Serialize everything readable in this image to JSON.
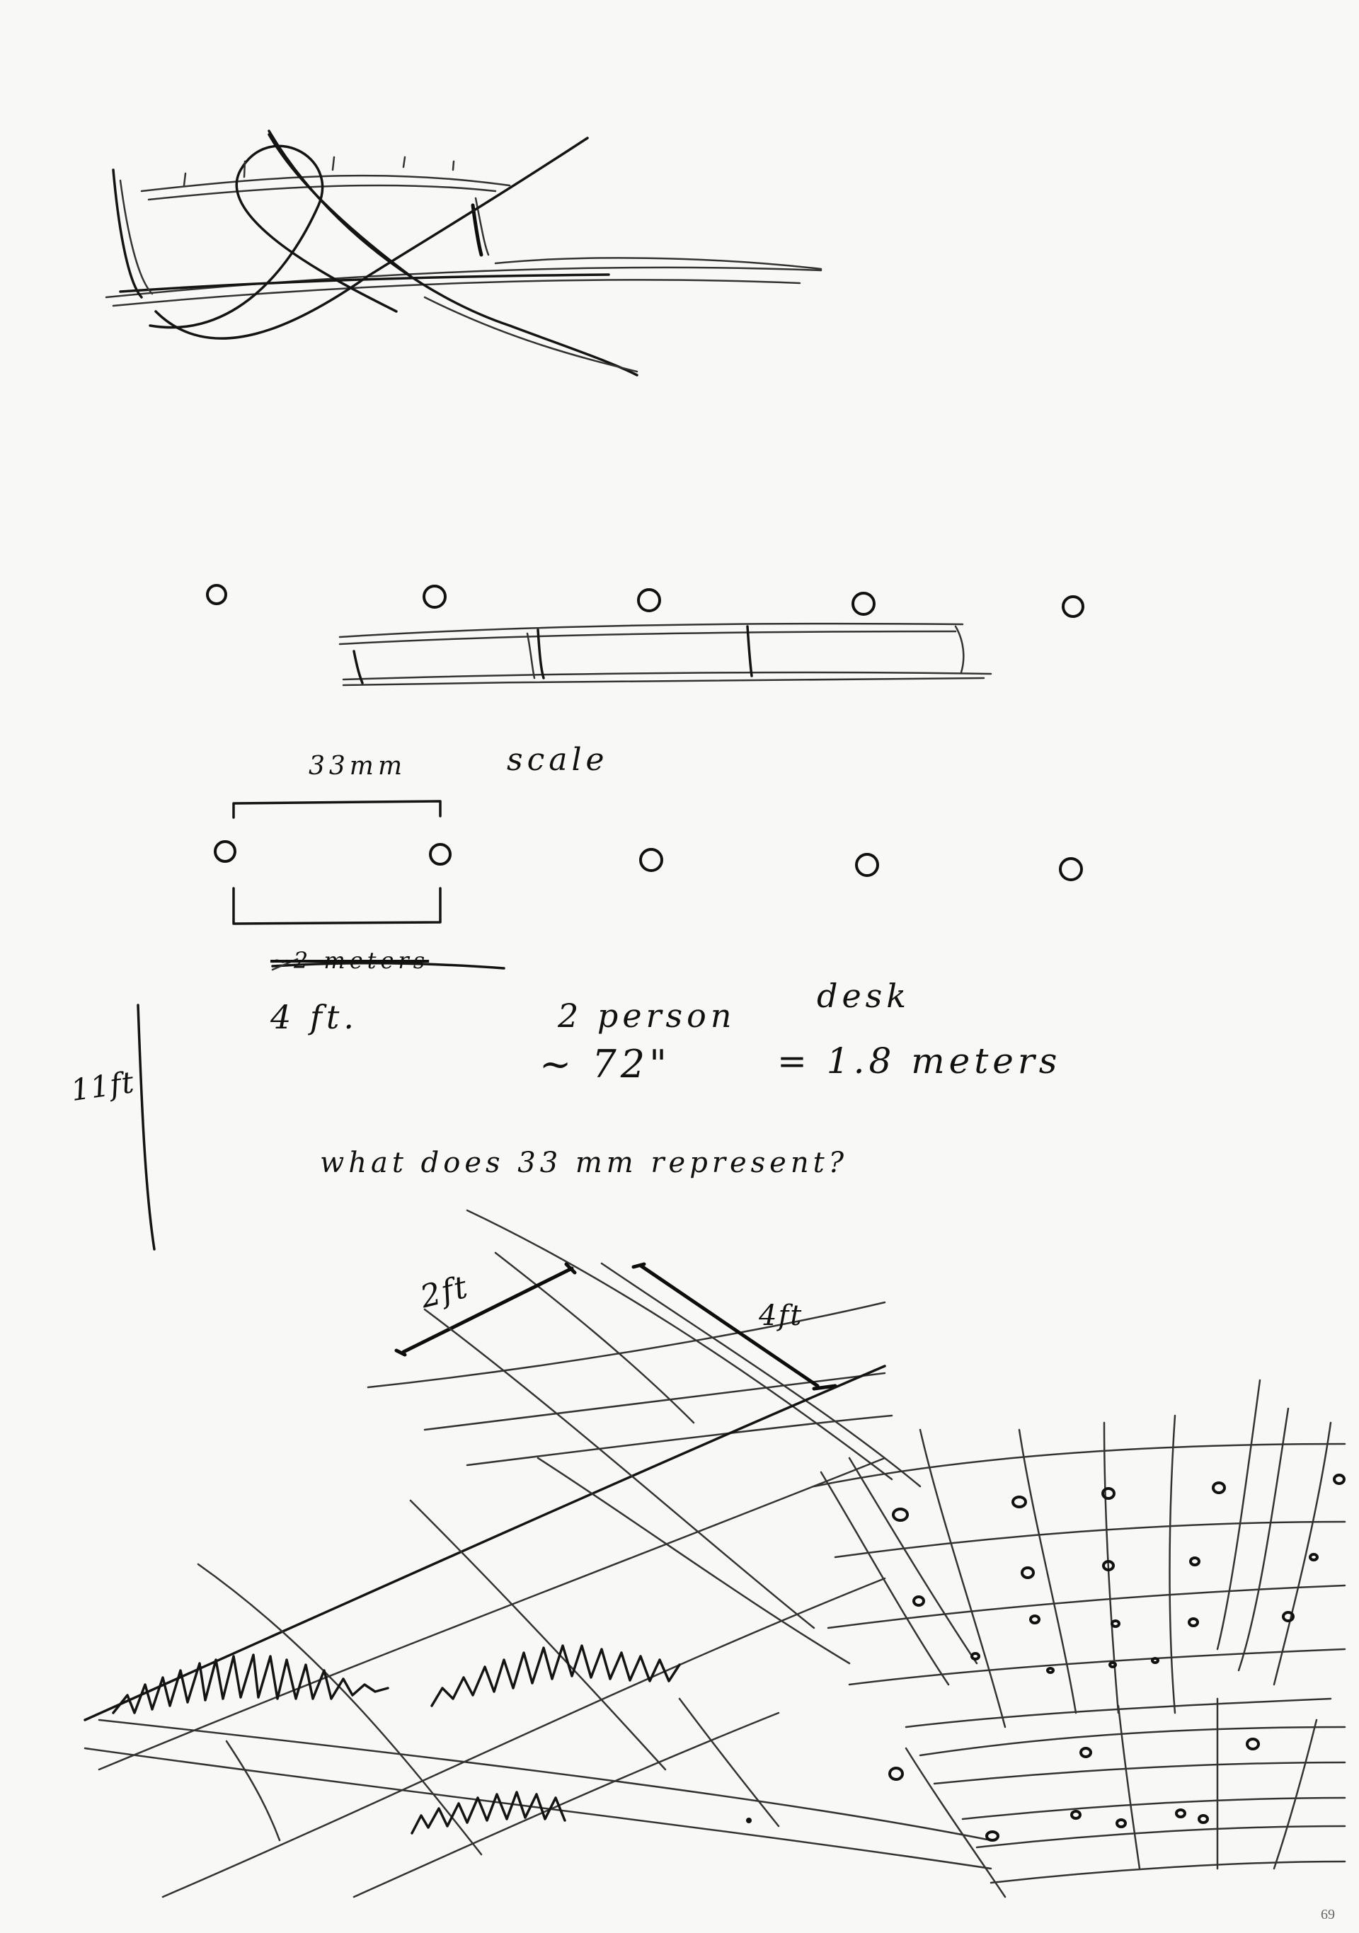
{
  "notes": {
    "mm_label": "33mm",
    "scale_label": "scale",
    "meters_label": "~2 meters",
    "ft4_label": "4 ft.",
    "person_label": "2 person",
    "desk_label": "desk",
    "inches_label": "~ 72\"",
    "equals_label": "= 1.8 meters",
    "ft11_label": "11ft",
    "question_label": "what does 33 mm represent?",
    "ft2_dim": "2ft",
    "ft4_dim": "4ft"
  },
  "page_number": "69"
}
